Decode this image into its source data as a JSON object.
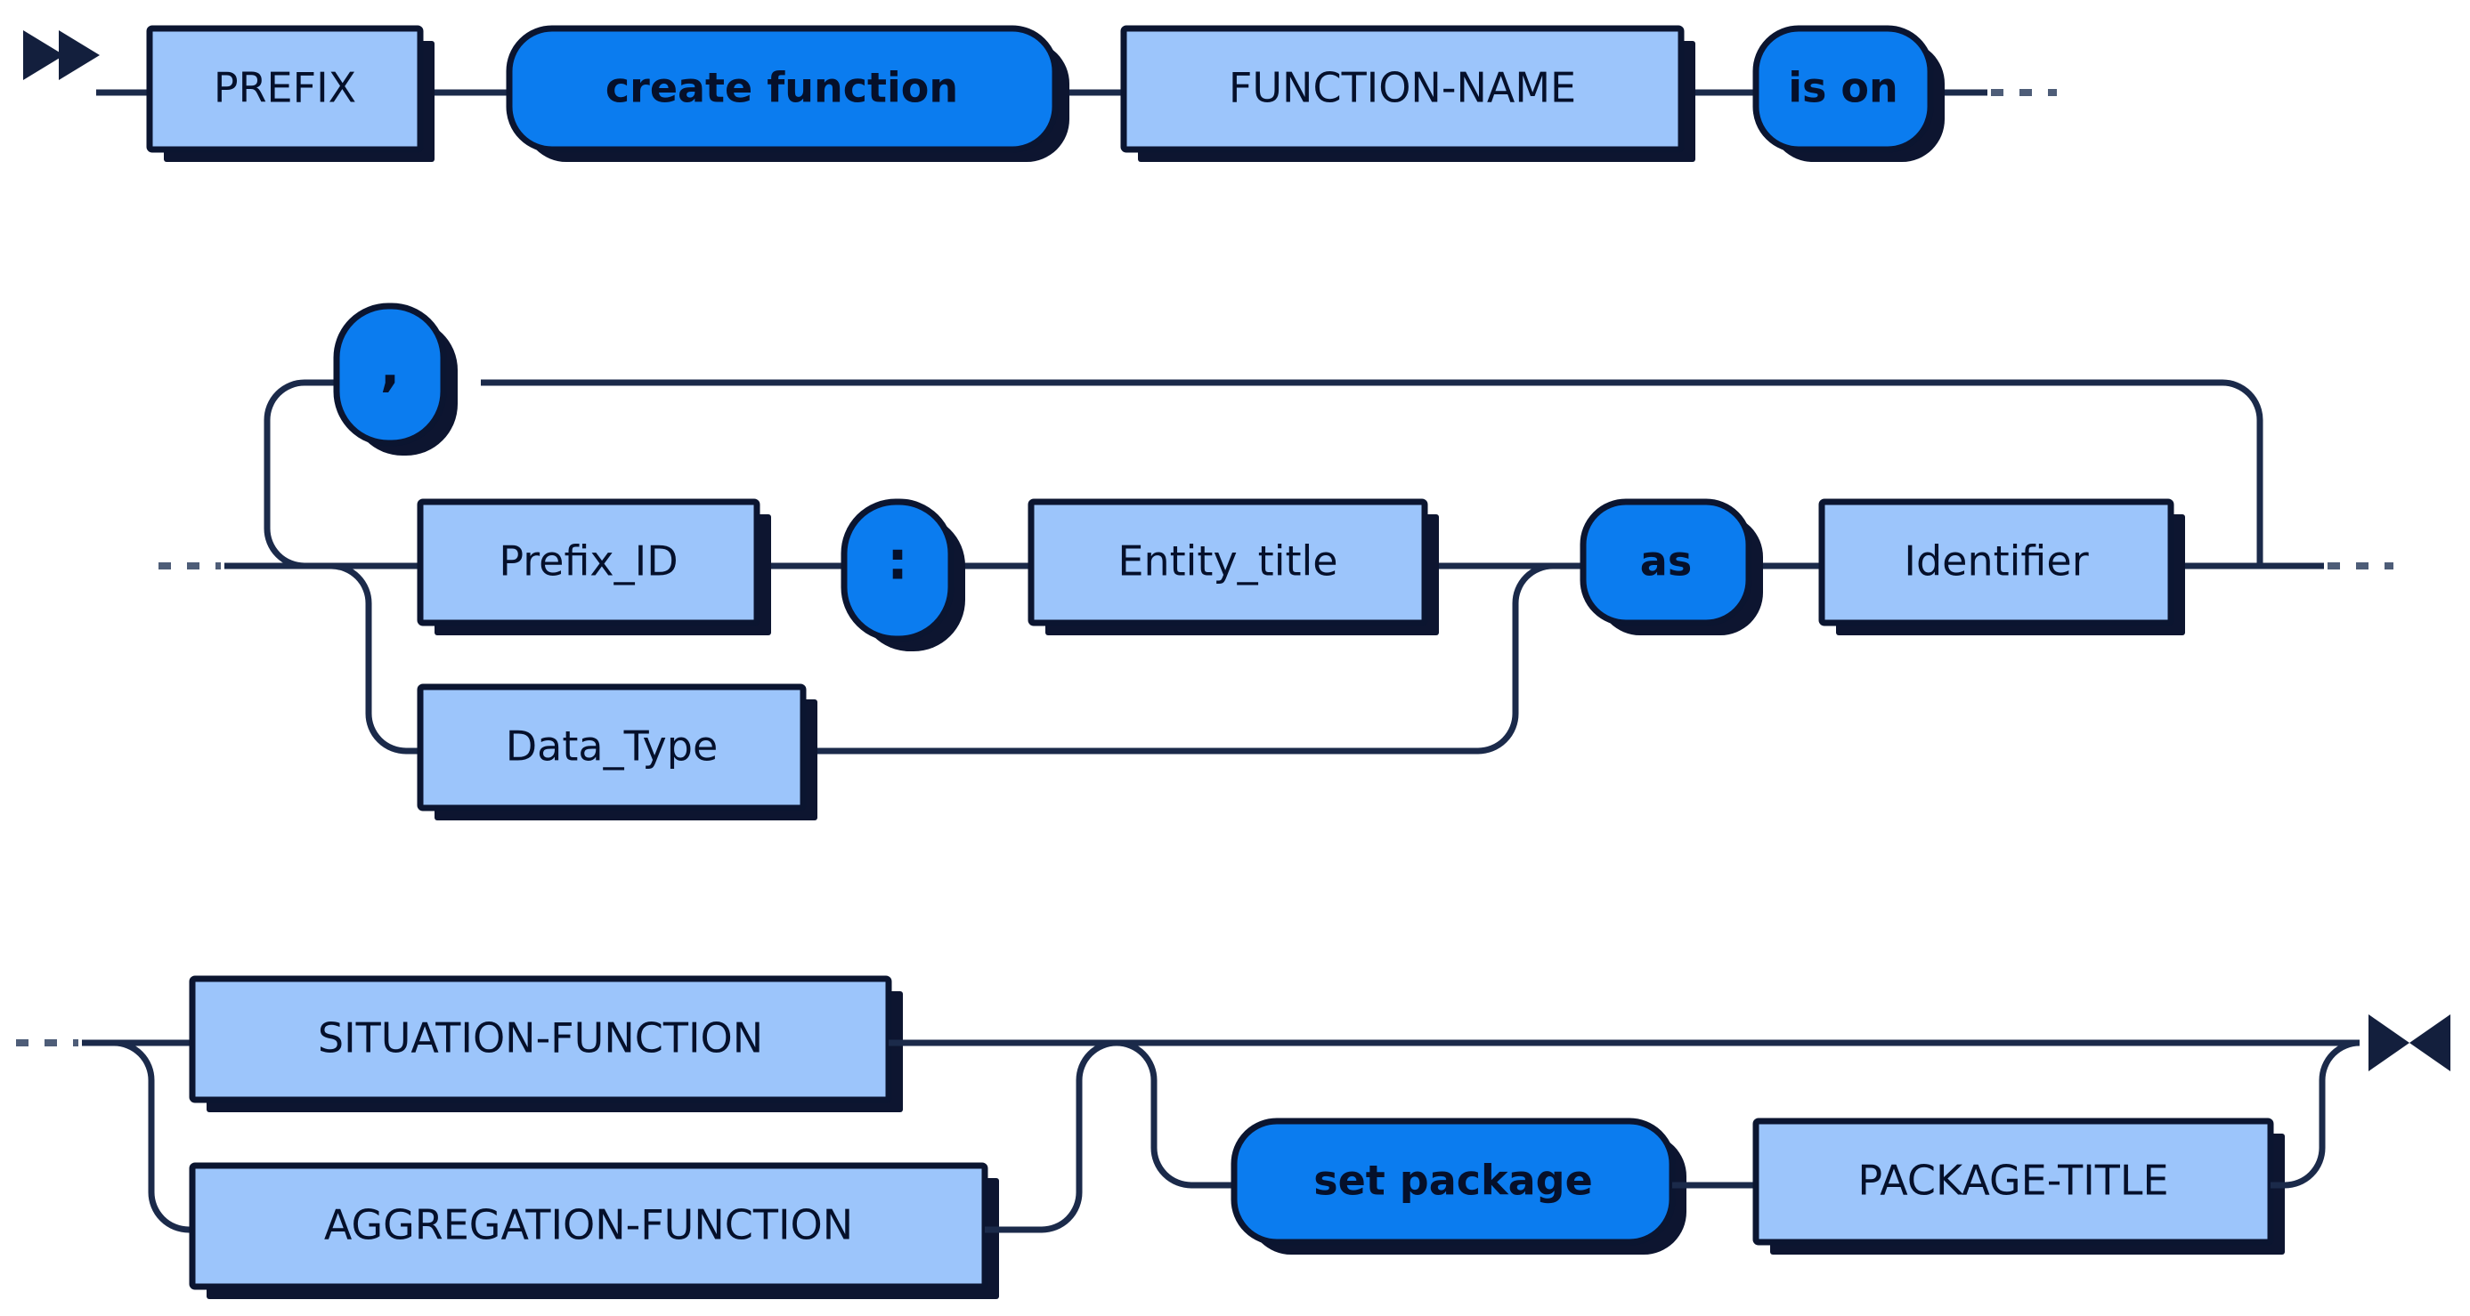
{
  "diagram": {
    "title": "create function railroad syntax diagram",
    "type": "railroad-syntax-diagram",
    "colors": {
      "terminal_fill": "#0B7CEF",
      "nonterminal_fill": "#9CC5FB",
      "outline": "#0B1530",
      "rail": "#1B2A4A",
      "shadow": "#0D1530",
      "background": "#FFFFFF",
      "continuation": "#4E5D78"
    },
    "rows": [
      {
        "id": "row-1",
        "start_marker": "double-triangle-right",
        "end_marker": "continuation-ellipsis",
        "nodes": [
          {
            "id": "prefix",
            "label": "PREFIX",
            "kind": "nonterminal"
          },
          {
            "id": "create-function",
            "label": "create function",
            "kind": "terminal"
          },
          {
            "id": "function-name",
            "label": "FUNCTION-NAME",
            "kind": "nonterminal"
          },
          {
            "id": "is-on",
            "label": "is on",
            "kind": "terminal"
          }
        ]
      },
      {
        "id": "row-2",
        "start_marker": "continuation-ellipsis",
        "end_marker": "continuation-ellipsis",
        "loop_node": {
          "id": "comma",
          "label": ",",
          "kind": "terminal"
        },
        "nodes": [
          {
            "id": "prefix-id",
            "label": "Prefix_ID",
            "kind": "nonterminal"
          },
          {
            "id": "colon",
            "label": ":",
            "kind": "terminal"
          },
          {
            "id": "entity-title",
            "label": "Entity_title",
            "kind": "nonterminal"
          },
          {
            "id": "as",
            "label": "as",
            "kind": "terminal"
          },
          {
            "id": "identifier",
            "label": "Identifier",
            "kind": "nonterminal"
          }
        ],
        "alternate_nodes": [
          {
            "id": "data-type",
            "label": "Data_Type",
            "kind": "nonterminal"
          }
        ]
      },
      {
        "id": "row-3",
        "start_marker": "continuation-ellipsis",
        "end_marker": "bowtie-end",
        "choice_nodes": [
          {
            "id": "situation-function",
            "label": "SITUATION-FUNCTION",
            "kind": "nonterminal"
          },
          {
            "id": "aggregation-function",
            "label": "AGGREGATION-FUNCTION",
            "kind": "nonterminal"
          }
        ],
        "optional_nodes": [
          {
            "id": "set-package",
            "label": "set package",
            "kind": "terminal"
          },
          {
            "id": "package-title",
            "label": "PACKAGE-TITLE",
            "kind": "nonterminal"
          }
        ]
      }
    ]
  }
}
